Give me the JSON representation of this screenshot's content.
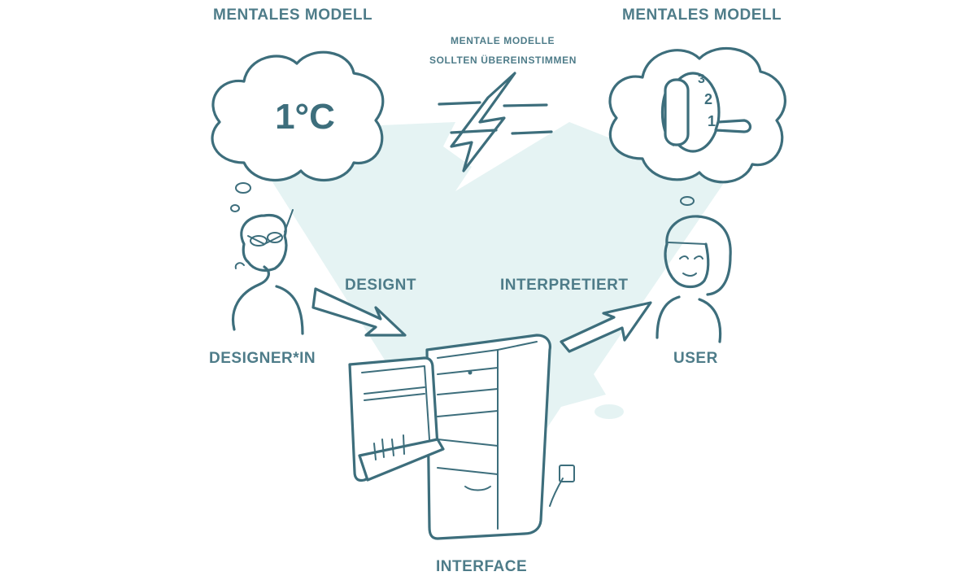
{
  "labels": {
    "mental_model_left": "MENTALES MODELL",
    "mental_model_right": "MENTALES MODELL",
    "note_line1": "MENTALE MODELLE",
    "note_line2": "SOLLTEN ÜBEREINSTIMMEN",
    "designs": "DESIGNT",
    "interprets": "INTERPRETIERT",
    "designer": "DESIGNER*IN",
    "user": "USER",
    "interface": "INTERFACE"
  },
  "left_thought": {
    "value": "1°C"
  },
  "right_thought": {
    "dial_numbers": [
      "1",
      "2",
      "3"
    ]
  },
  "colors": {
    "accent": "#4e7c89",
    "stroke": "#3d6e7c",
    "tint": "#e5f3f3"
  },
  "icons": [
    "lightning-icon",
    "thought-cloud-icon",
    "thermostat-dial-icon",
    "fridge-icon",
    "arrow-icon",
    "person-icon",
    "power-socket-icon"
  ]
}
